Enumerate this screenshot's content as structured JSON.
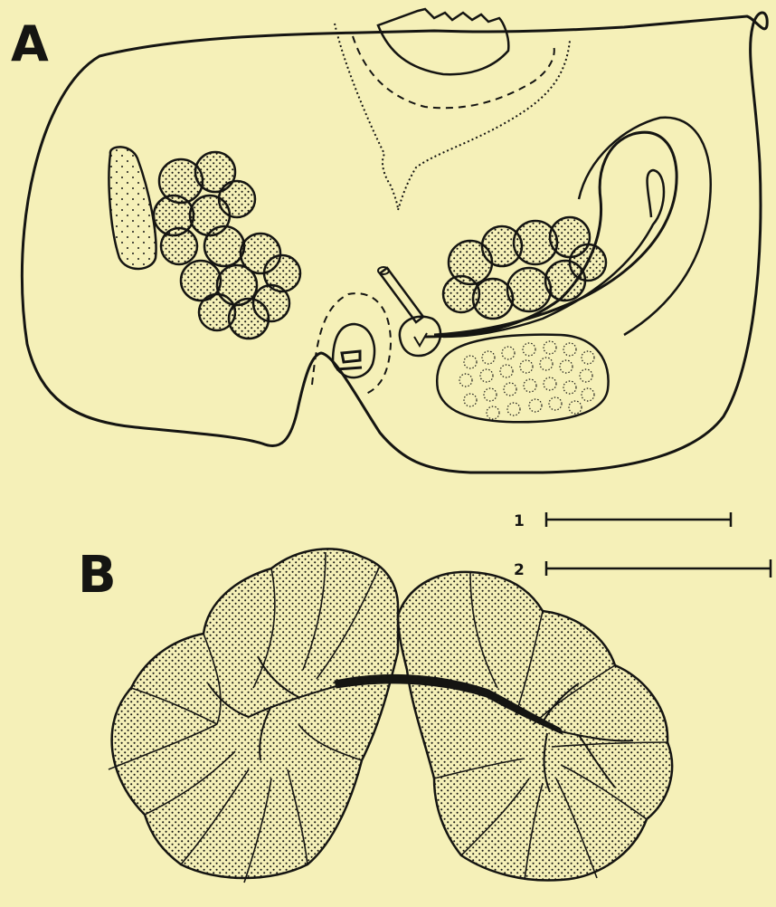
{
  "figure": {
    "panels": [
      {
        "label": "A"
      },
      {
        "label": "B"
      }
    ],
    "scale_bars": [
      {
        "label": "1"
      },
      {
        "label": "2"
      }
    ]
  },
  "colors": {
    "paper": "#f5f0b8",
    "ink": "#151512"
  }
}
